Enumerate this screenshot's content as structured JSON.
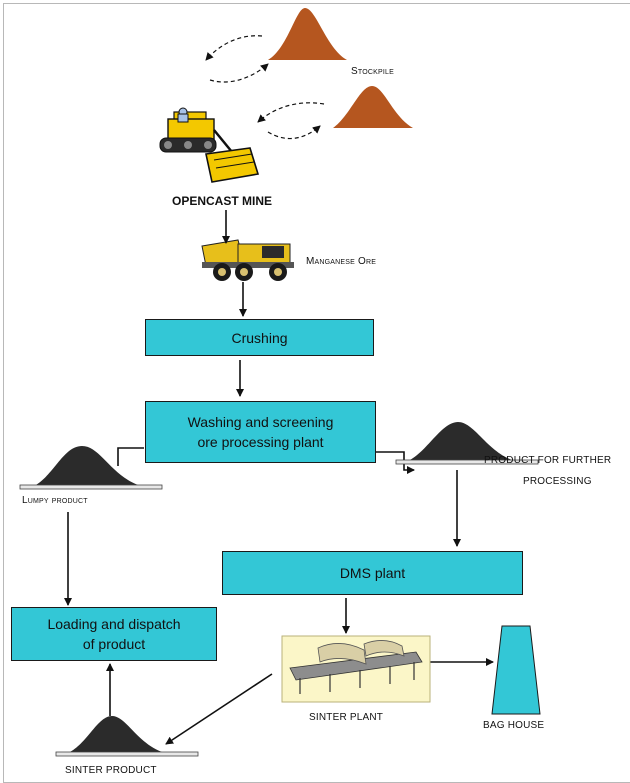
{
  "labels": {
    "stockpile": "Stockpile",
    "opencast_mine": "OPENCAST MINE",
    "manganese_ore": "Manganese Ore",
    "crushing": "Crushing",
    "washing": "Washing and screening\nore processing plant",
    "product_further": "PRODUCT FOR FURTHER",
    "processing": "PROCESSING",
    "lumpy_product": "Lumpy product",
    "dms_plant": "DMS plant",
    "loading_dispatch": "Loading and dispatch\nof product",
    "sinter_plant": "SINTER PLANT",
    "bag_house": "BAG HOUSE",
    "sinter_product": "SINTER PRODUCT"
  },
  "colors": {
    "process_box": "#33c7d6",
    "stockpile": "#b5561f",
    "product_pile": "#2b2b2b"
  }
}
